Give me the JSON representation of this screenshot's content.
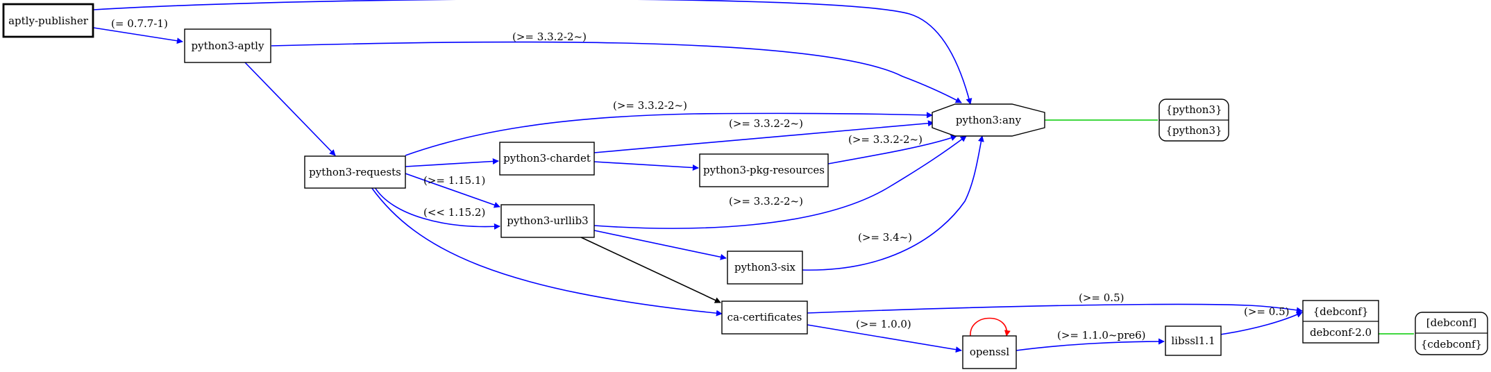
{
  "colors": {
    "depends": "#0000ff",
    "recommends": "#000000",
    "self": "#ff0000",
    "provides": "#00cc00"
  },
  "nodes": {
    "aptly_publisher": "aptly-publisher",
    "python3_aptly": "python3-aptly",
    "python3_requests": "python3-requests",
    "python3_chardet": "python3-chardet",
    "python3_pkg_resources": "python3-pkg-resources",
    "python3_urllib3": "python3-urllib3",
    "python3_six": "python3-six",
    "ca_certificates": "ca-certificates",
    "openssl": "openssl",
    "libssl1_1": "libssl1.1",
    "python3_any": "python3:any",
    "python3_record": [
      "{python3}",
      "{python3}"
    ],
    "debconf_record": [
      "{debconf}",
      "debconf-2.0"
    ],
    "cdebconf_record": [
      "[debconf]",
      "{cdebconf}"
    ]
  },
  "edge_labels": {
    "publisher_aptly": "(= 0.7.7-1)",
    "aptly_any": "(>= 3.3.2-2~)",
    "requests_any": "(>= 3.3.2-2~)",
    "chardet_any": "(>= 3.3.2-2~)",
    "pkg_any": "(>= 3.3.2-2~)",
    "urllib3_any": "(>= 3.3.2-2~)",
    "six_any": "(>= 3.4~)",
    "requests_urllib3_min": "(>= 1.15.1)",
    "requests_urllib3_max": "(<< 1.15.2)",
    "ca_debconf": "(>= 0.5)",
    "libssl_debconf": "(>= 0.5)",
    "ca_openssl": "(>= 1.0.0)",
    "openssl_libssl": "(>= 1.1.0~pre6)"
  }
}
